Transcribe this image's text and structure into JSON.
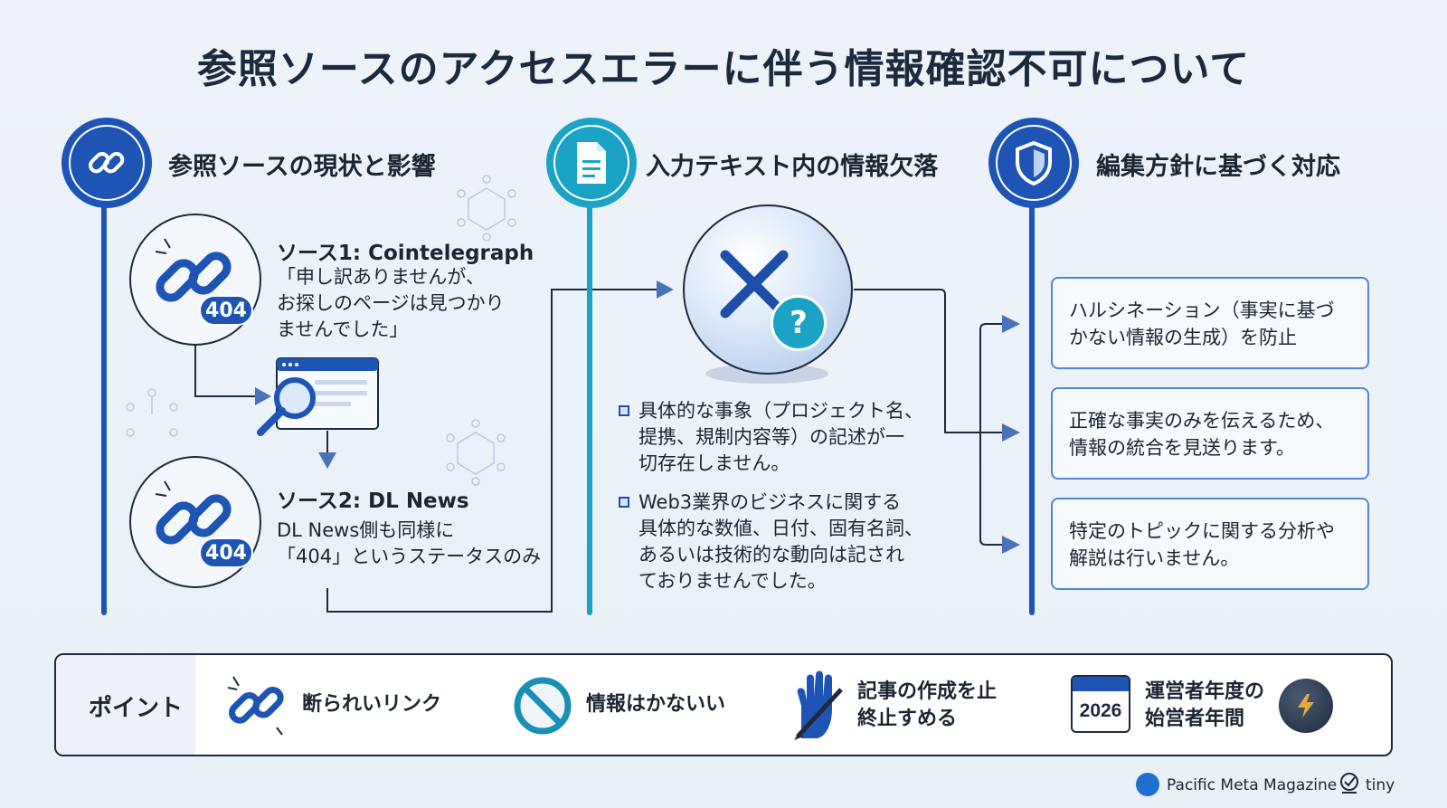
{
  "title": "参照ソースのアクセスエラーに伴う情報確認不可について",
  "columns": {
    "left": {
      "heading": "参照ソースの現状と影響",
      "source1": {
        "title": "ソース1: Cointelegraph",
        "body": "「申し訳ありませんが、\nお探しのページは見つかり\nませんでした」",
        "badge": "404"
      },
      "source2": {
        "title": "ソース2: DL News",
        "body": "DL News側も同様に\n「404」というステータスのみ",
        "badge": "404"
      }
    },
    "middle": {
      "heading": "入力テキスト内の情報欠落",
      "bullets": [
        "具体的な事象（プロジェクト名、\n提携、規制内容等）の記述が一\n切存在しません。",
        "Web3業界のビジネスに関する\n具体的な数値、日付、固有名詞、\nあるいは技術的な動向は記され\nておりませんでした。"
      ]
    },
    "right": {
      "heading": "編集方針に基づく対応",
      "boxes": [
        "ハルシネーション（事実に基づ\nかない情報の生成）を防止",
        "正確な事実のみを伝えるため、\n情報の統合を見送ります。",
        "特定のトピックに関する分析や\n解説は行いません。"
      ]
    }
  },
  "points": {
    "label": "ポイント",
    "items": [
      {
        "icon": "broken-link-icon",
        "text": "断られいリンク"
      },
      {
        "icon": "prohibited-icon",
        "text": "情報はかないい"
      },
      {
        "icon": "hand-pen-icon",
        "text": "記事の作成を止\n終止すめる"
      },
      {
        "icon": "calendar-icon",
        "text": "運営者年度の\n始営者年間",
        "calendar": "2026"
      }
    ]
  },
  "footer": {
    "brand1": "Pacific Meta Magazine",
    "brand2": "tiny"
  },
  "colors": {
    "primary": "#1e55b5",
    "teal": "#1aa3c4",
    "dark": "#1c2a3f"
  }
}
